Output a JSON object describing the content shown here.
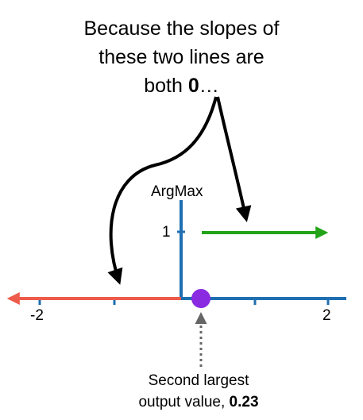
{
  "top_caption": {
    "line1": "Because the slopes of",
    "line2": "these two lines are",
    "line3_prefix": "both ",
    "line3_bold": "0",
    "line3_suffix": "…"
  },
  "axis": {
    "y_label": "ArgMax",
    "y_tick_1": "1",
    "x_tick_neg2": "-2",
    "x_tick_2": "2"
  },
  "bottom_caption": {
    "line1": "Second largest",
    "line2_prefix": "output value, ",
    "line2_bold": "0.23"
  },
  "colors": {
    "axis": "#1f6fb2",
    "red_line": "#ee5b4b",
    "green_line": "#22a318",
    "point": "#8a2be2",
    "arrow": "#000000",
    "dotted_arrow": "#666666"
  }
}
